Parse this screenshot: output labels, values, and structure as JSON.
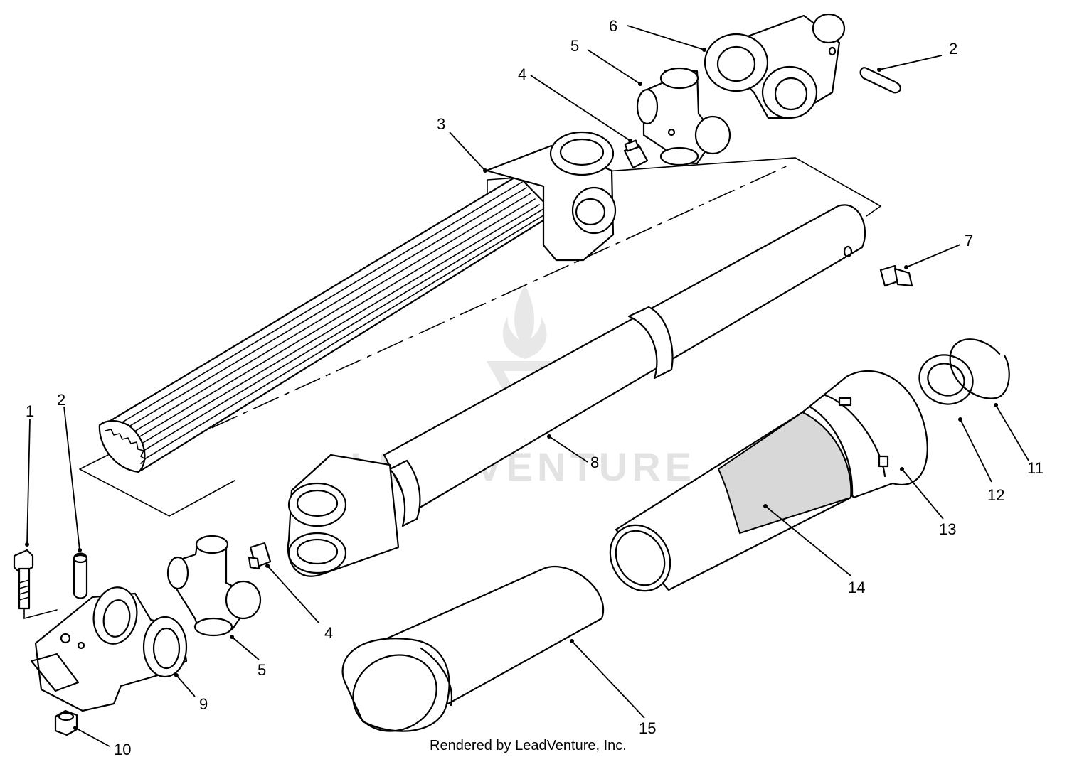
{
  "watermark": "LEADVENTURE",
  "footer": "Rendered by LeadVenture, Inc.",
  "callouts": {
    "c1": "1",
    "c2a": "2",
    "c2b": "2",
    "c3": "3",
    "c4a": "4",
    "c4b": "4",
    "c5a": "5",
    "c5b": "5",
    "c6": "6",
    "c7": "7",
    "c8": "8",
    "c9": "9",
    "c10": "10",
    "c11": "11",
    "c12": "12",
    "c13": "13",
    "c14": "14",
    "c15": "15"
  }
}
